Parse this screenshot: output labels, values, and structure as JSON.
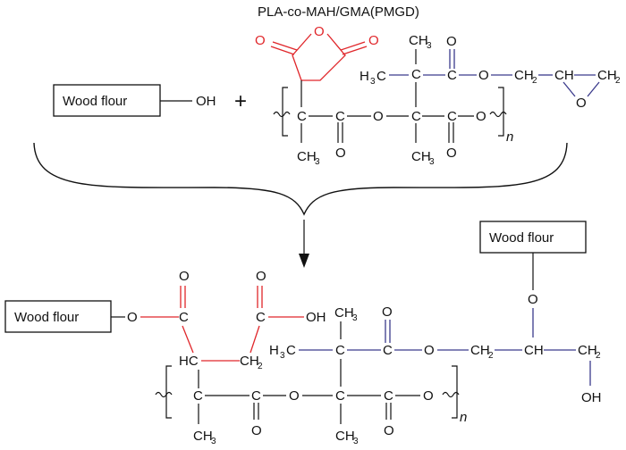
{
  "diagram": {
    "title": "PLA-co-MAH/GMA(PMGD)",
    "wood_flour_label": "Wood flour",
    "plus": "+",
    "repeat_n": "n",
    "atoms": {
      "O": "O",
      "OH": "OH",
      "C": "C",
      "HC": "HC",
      "CH": "CH",
      "CH2": "CH",
      "CH3": "CH",
      "H3C": "H",
      "two": "2",
      "three": "3"
    }
  }
}
